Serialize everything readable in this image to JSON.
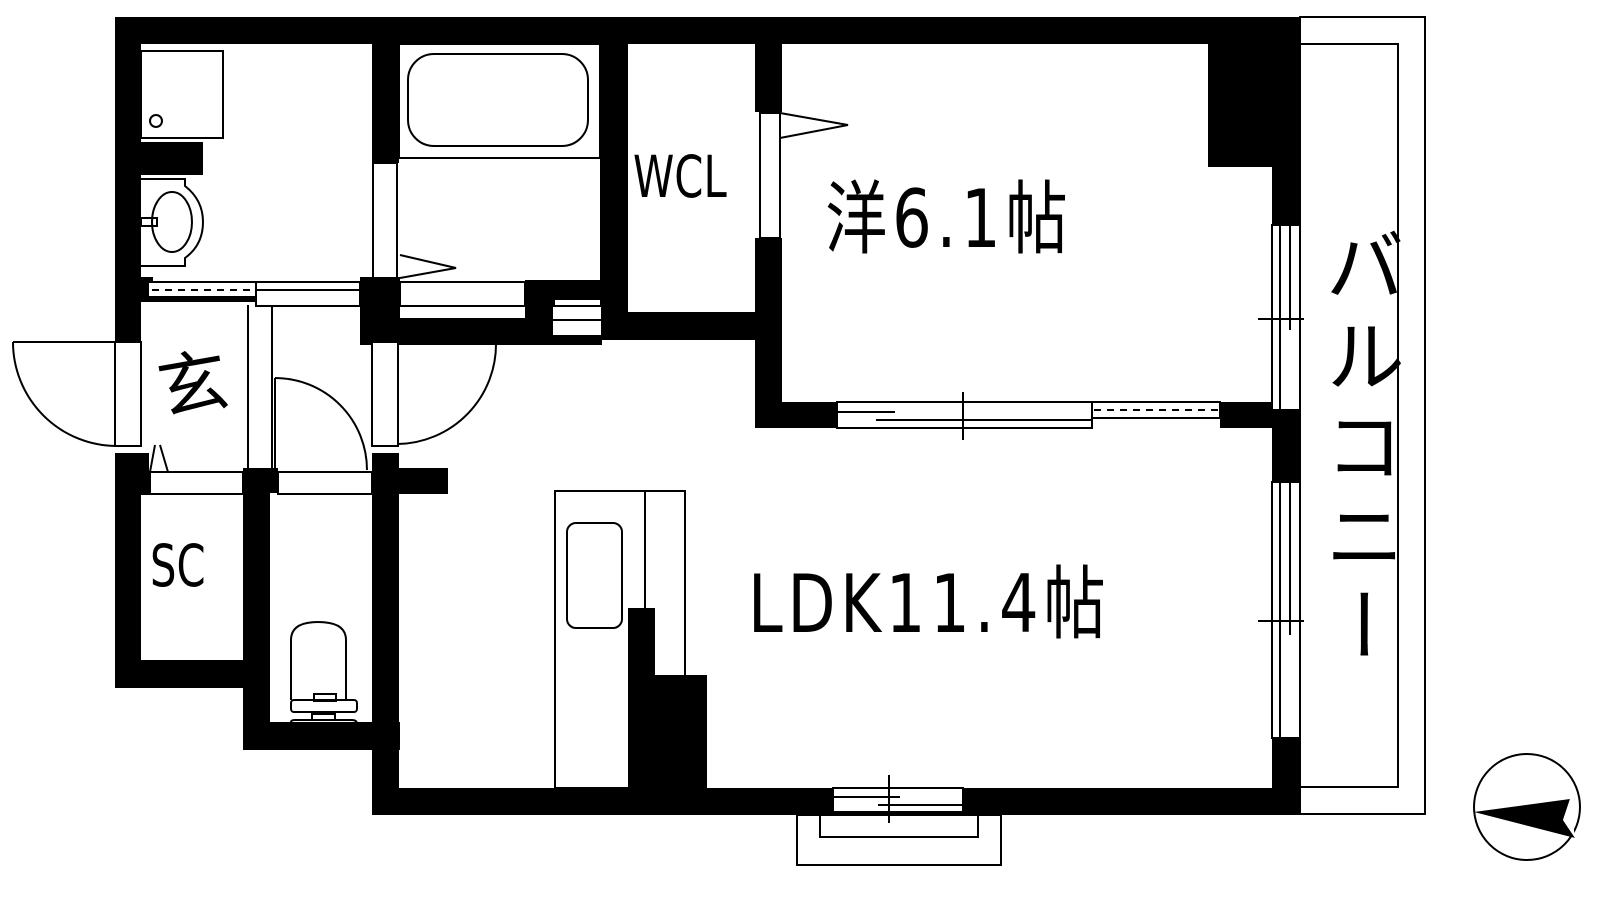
{
  "floor_plan": {
    "type": "1LDK",
    "rooms": {
      "western_room": {
        "label": "洋6.1帖",
        "area_jo": 6.1
      },
      "ldk": {
        "label": "LDK11.4帖",
        "area_jo": 11.4
      },
      "walk_in_closet": {
        "label": "WCL"
      },
      "entrance": {
        "label": "玄"
      },
      "shoe_closet": {
        "label": "SC"
      },
      "balcony": {
        "label": "バルコニー"
      }
    },
    "fixtures": [
      "washing-machine-pan",
      "washbasin",
      "bathtub",
      "toilet",
      "kitchen-sink"
    ],
    "compass": {
      "north_direction": "right"
    },
    "colors": {
      "wall": "#000000",
      "background": "#ffffff",
      "line": "#000000"
    }
  }
}
